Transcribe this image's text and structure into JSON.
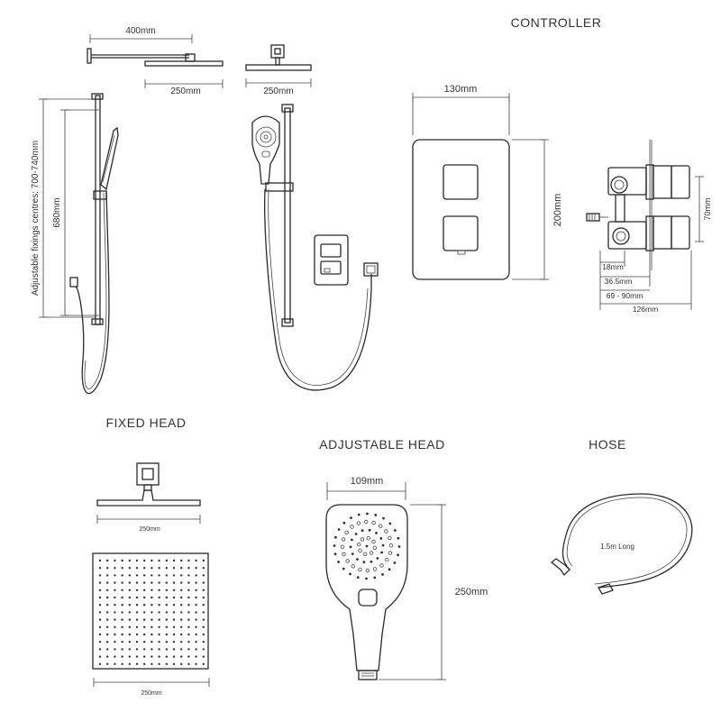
{
  "sections": {
    "controller": "CONTROLLER",
    "fixed_head": "FIXED HEAD",
    "adjustable_head": "ADJUSTABLE HEAD",
    "hose": "HOSE"
  },
  "dimensions": {
    "arm_length": "400mm",
    "fixed_head_width_top": "250mm",
    "adjustable_head_top": "250mm",
    "controller_width": "130mm",
    "controller_height": "200mm",
    "valve_height": "70mm",
    "valve_18": "18mm",
    "valve_36": "36.5mm",
    "valve_69": "69 - 90mm",
    "valve_126": "126mm",
    "rail_length": "680mm",
    "fixing_centres": "Adjustable fixings centres: 700-740mm",
    "fixed_head_side": "250mm",
    "fixed_head_plan": "250mm",
    "handset_width": "109mm",
    "handset_length": "250mm",
    "hose_length": "1.5m Long"
  }
}
